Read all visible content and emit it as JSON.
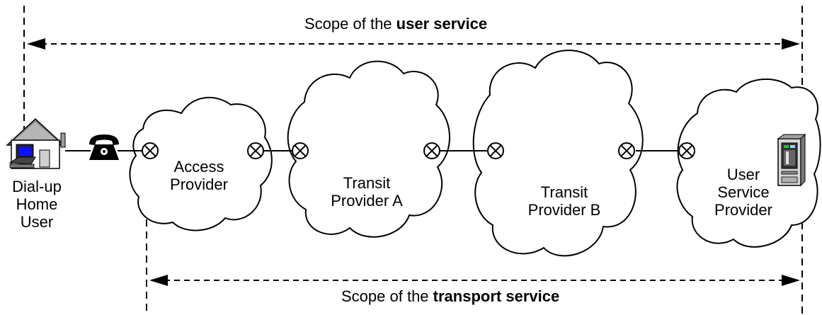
{
  "scope_user": {
    "prefix": "Scope of the",
    "bold": "user service"
  },
  "scope_transport": {
    "prefix": "Scope of the",
    "bold": "transport service"
  },
  "home_user": {
    "line1": "Dial-up",
    "line2": "Home",
    "line3": "User"
  },
  "access_provider": {
    "line1": "Access",
    "line2": "Provider"
  },
  "transit_a": {
    "line1": "Transit",
    "line2": "Provider A"
  },
  "transit_b": {
    "line1": "Transit",
    "line2": "Provider B"
  },
  "user_service_provider": {
    "line1": "User",
    "line2": "Service",
    "line3": "Provider"
  },
  "icons": {
    "home": "house-with-computer-icon",
    "phone": "telephone-icon",
    "server": "server-icon",
    "connector": "crossed-circle-connector-icon"
  }
}
